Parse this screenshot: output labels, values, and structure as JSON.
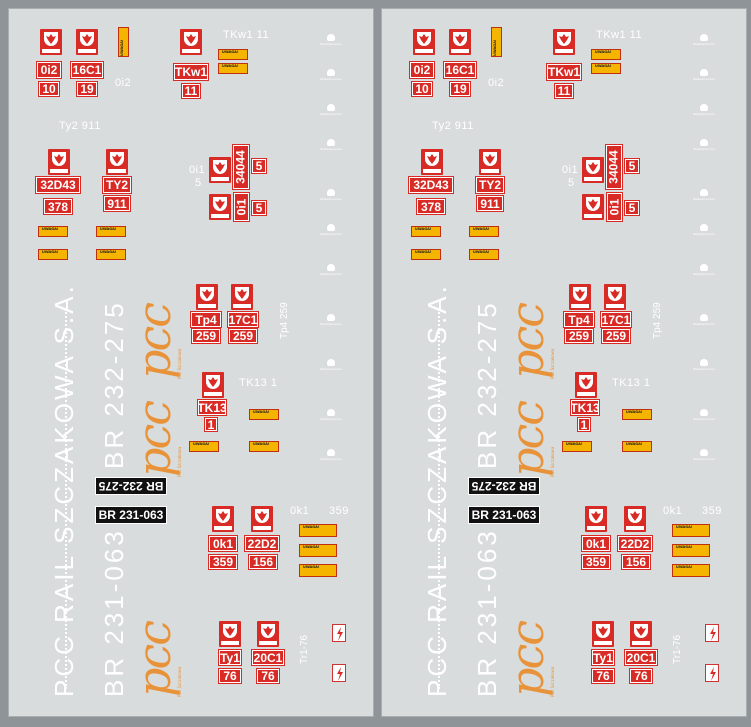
{
  "sheets": [
    {
      "id": "left"
    },
    {
      "id": "right"
    }
  ],
  "boxes": {
    "oi2": "0i2",
    "n10": "10",
    "c16c1": "16C1",
    "n19": "19",
    "tkw1": "TKw1",
    "n11": "11",
    "d32d43": "32D43",
    "n378": "378",
    "ty2": "TY2",
    "n911": "911",
    "d34044": "34044",
    "n5": "5",
    "oi1": "0i1",
    "tp4": "Tp4",
    "n259": "259",
    "c17c1": "17C1",
    "tk13": "TK13",
    "n1": "1",
    "ok1": "0k1",
    "n359": "359",
    "d22d2": "22D2",
    "n156": "156",
    "ty1": "Ty1",
    "n76": "76",
    "c20c1": "20C1"
  },
  "ghosts": {
    "oi2": "0i2",
    "tkw1": "TKw1   11",
    "ty2": "Ty2   911",
    "oi1": "0i1",
    "n5": "5",
    "tp4": "Tp4 259",
    "tk13": "TK13  1",
    "ok1": "0k1",
    "n359": "359",
    "ty176": "Tr1-76"
  },
  "big_text": {
    "company": "PCC RAIL SZCZAKOWA S.A.",
    "br_upper": "BR 232-275",
    "br_lower": "BR 231-063"
  },
  "plates": {
    "upper": "BR 232-275",
    "lower": "BR 231-063"
  },
  "warning": {
    "title": "UWAGA!",
    "line1": "Rynsko napięcie w sieci elektrycznej",
    "line2": "dotknąć się przed towarów"
  },
  "pcc": {
    "logo": "pcc",
    "sub": "Rail Szczakowa"
  },
  "skull_text": "Niebezpieczne",
  "colors": {
    "red": "#d92b25",
    "yellow": "#f4b400",
    "orange": "#e8933a",
    "sheet": "#d9dcdc",
    "bg": "#8e9497"
  }
}
